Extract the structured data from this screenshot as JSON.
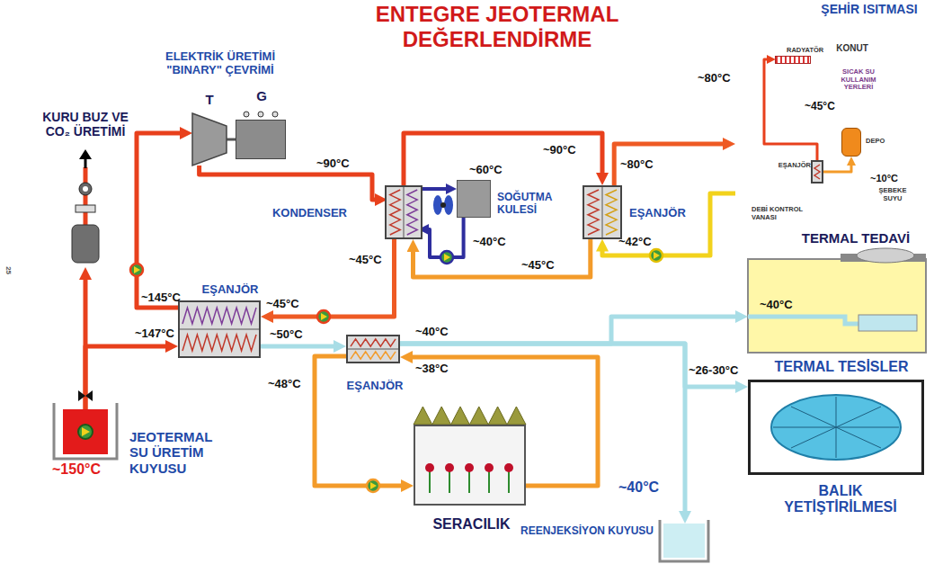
{
  "diagram": {
    "title": "ENTEGRE JEOTERMAL DEĞERLENDİRME",
    "nodes": [
      {
        "text": [
          "T"
        ]
      },
      {
        "text": [
          "G"
        ]
      },
      {
        "text": [
          "KONDENSER"
        ]
      },
      {
        "text": [
          "SOĞUTMA KULESİ"
        ]
      },
      {
        "text": [
          "EŞANJÖR"
        ]
      },
      {
        "text": [
          "ŞEHİR ISITMASI",
          "KONUT"
        ]
      },
      {
        "text": [
          "RADYATÖR"
        ],
        "in": 5
      },
      {
        "text": [
          "DEPO"
        ],
        "in": 5
      },
      {
        "text": [
          "EŞANJÖR"
        ],
        "in": 5
      },
      {
        "text": [
          "KURU BUZ VE CO₂ ÜRETİMİ"
        ]
      },
      {
        "text": [
          "EŞANJÖR"
        ]
      },
      {
        "text": [
          "EŞANJÖR"
        ]
      },
      {
        "text": [
          "SERACILIK"
        ]
      },
      {
        "text": [
          "JEOTERMAL SU ÜRETİM KUYUSU"
        ]
      },
      {
        "text": [
          "TERMAL TEDAVİ"
        ]
      },
      {
        "text": [
          "TERMAL TESİSLER",
          "BALIK YETİŞTİRİLMESİ"
        ]
      },
      {
        "text": [
          "REENJEKSİYON KUYUSU"
        ]
      }
    ],
    "edges": [
      {
        "from": 13,
        "to": 9,
        "arrow": "to"
      },
      {
        "from": 13,
        "to": 10,
        "arrow": "to"
      },
      {
        "from": 10,
        "to": 0,
        "arrow": "to"
      },
      {
        "from": 0,
        "to": 1,
        "arrow": "none"
      },
      {
        "from": 0,
        "to": 2,
        "arrow": "to"
      },
      {
        "from": 2,
        "to": 10,
        "arrow": "to"
      },
      {
        "from": 2,
        "to": 4,
        "arrow": "to"
      },
      {
        "from": 4,
        "to": 2,
        "arrow": "to"
      },
      {
        "from": 2,
        "to": 3,
        "arrow": "to"
      },
      {
        "from": 3,
        "to": 2,
        "arrow": "to"
      },
      {
        "from": 4,
        "to": 5,
        "arrow": "to"
      },
      {
        "from": 5,
        "to": 4,
        "arrow": "to"
      },
      {
        "from": 10,
        "to": 11,
        "arrow": "to"
      },
      {
        "from": 11,
        "to": 14,
        "arrow": "to"
      },
      {
        "from": 11,
        "to": 15,
        "arrow": "to"
      },
      {
        "from": 11,
        "to": 16,
        "arrow": "to"
      },
      {
        "from": 11,
        "to": 12,
        "arrow": "to"
      },
      {
        "from": 12,
        "to": 11,
        "arrow": "to"
      },
      {
        "from": 8,
        "to": 6,
        "arrow": "to"
      },
      {
        "from": 8,
        "to": 7,
        "arrow": "to"
      }
    ],
    "labels": [
      "ELEKTRİK ÜRETİMİ \"BINARY\" ÇEVRİMİ",
      "~90°C",
      "~60°C",
      "~90°C",
      "~80°C",
      "~45°C",
      "~40°C",
      "~45°C",
      "~42°C",
      "~145°C",
      "~147°C",
      "~45°C",
      "~50°C",
      "~40°C",
      "~38°C",
      "~48°C",
      "~150°C",
      "~40°C",
      "~26-30°C",
      "~40°C",
      "~80°C",
      "~45°C",
      "~10°C",
      "SICAK SU KULLANIM YERLERİ",
      "ŞEBEKE SUYU",
      "DEBİ KONTROL VANASI",
      "25"
    ]
  }
}
